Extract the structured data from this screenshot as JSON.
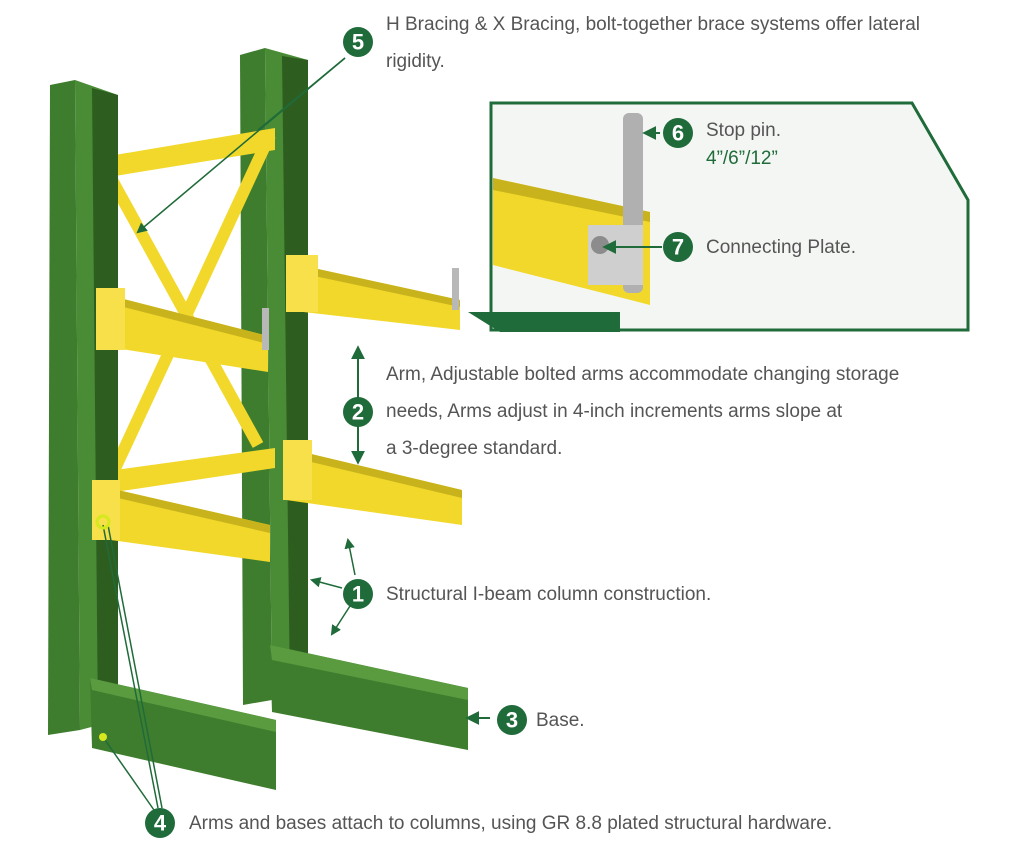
{
  "callouts": [
    {
      "number": "1",
      "text_lines": [
        "Structural I-beam column construction."
      ]
    },
    {
      "number": "2",
      "text_lines": [
        "Arm, Adjustable bolted arms accommodate changing  storage",
        "needs, Arms adjust in 4-inch increments arms slope at",
        "a 3-degree standard."
      ]
    },
    {
      "number": "3",
      "text_lines": [
        "Base."
      ]
    },
    {
      "number": "4",
      "text_lines": [
        "Arms and bases attach to columns, using GR 8.8 plated structural hardware."
      ]
    },
    {
      "number": "5",
      "text_lines": [
        "H Bracing & X Bracing, bolt-together brace systems offer lateral",
        "rigidity."
      ]
    },
    {
      "number": "6",
      "text_lines": [
        "Stop pin.",
        "4”/6”/12”"
      ]
    },
    {
      "number": "7",
      "text_lines": [
        "Connecting Plate."
      ]
    }
  ],
  "colors": {
    "column_green": "#3f7d2e",
    "column_dark": "#2d5e20",
    "arm_yellow": "#f1d82a",
    "arm_shade": "#c9b31d",
    "badge_green": "#1f6b3a",
    "text_gray": "#555555"
  }
}
